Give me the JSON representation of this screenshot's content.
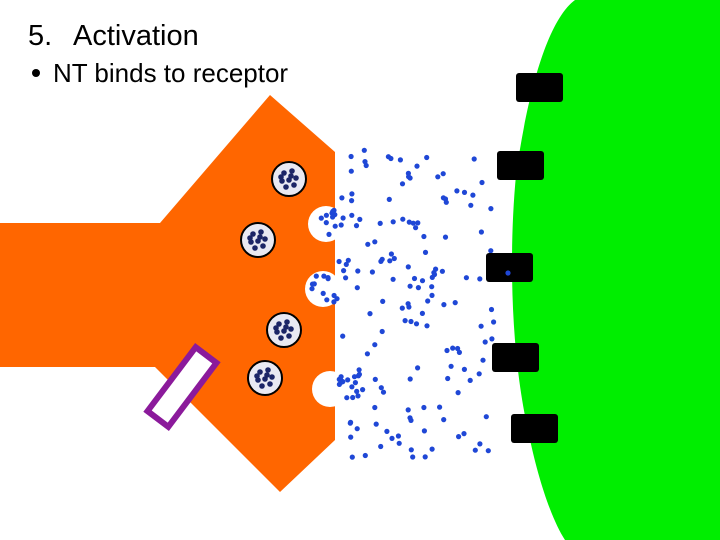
{
  "slide": {
    "number": "5.",
    "title": "Activation",
    "bullet": "NT binds to receptor"
  },
  "colors": {
    "presynaptic": "#ff6600",
    "postsynaptic": "#00ee00",
    "neurotransmitter": "#1f47d6",
    "vesicle_fill": "#e9e9f2",
    "vesicle_dot": "#1c2566",
    "receptor": "#000000",
    "channel": "#8b1a9b"
  },
  "icons": [
    "synaptic-vesicle-icon",
    "receptor-icon",
    "ion-channel-icon"
  ]
}
